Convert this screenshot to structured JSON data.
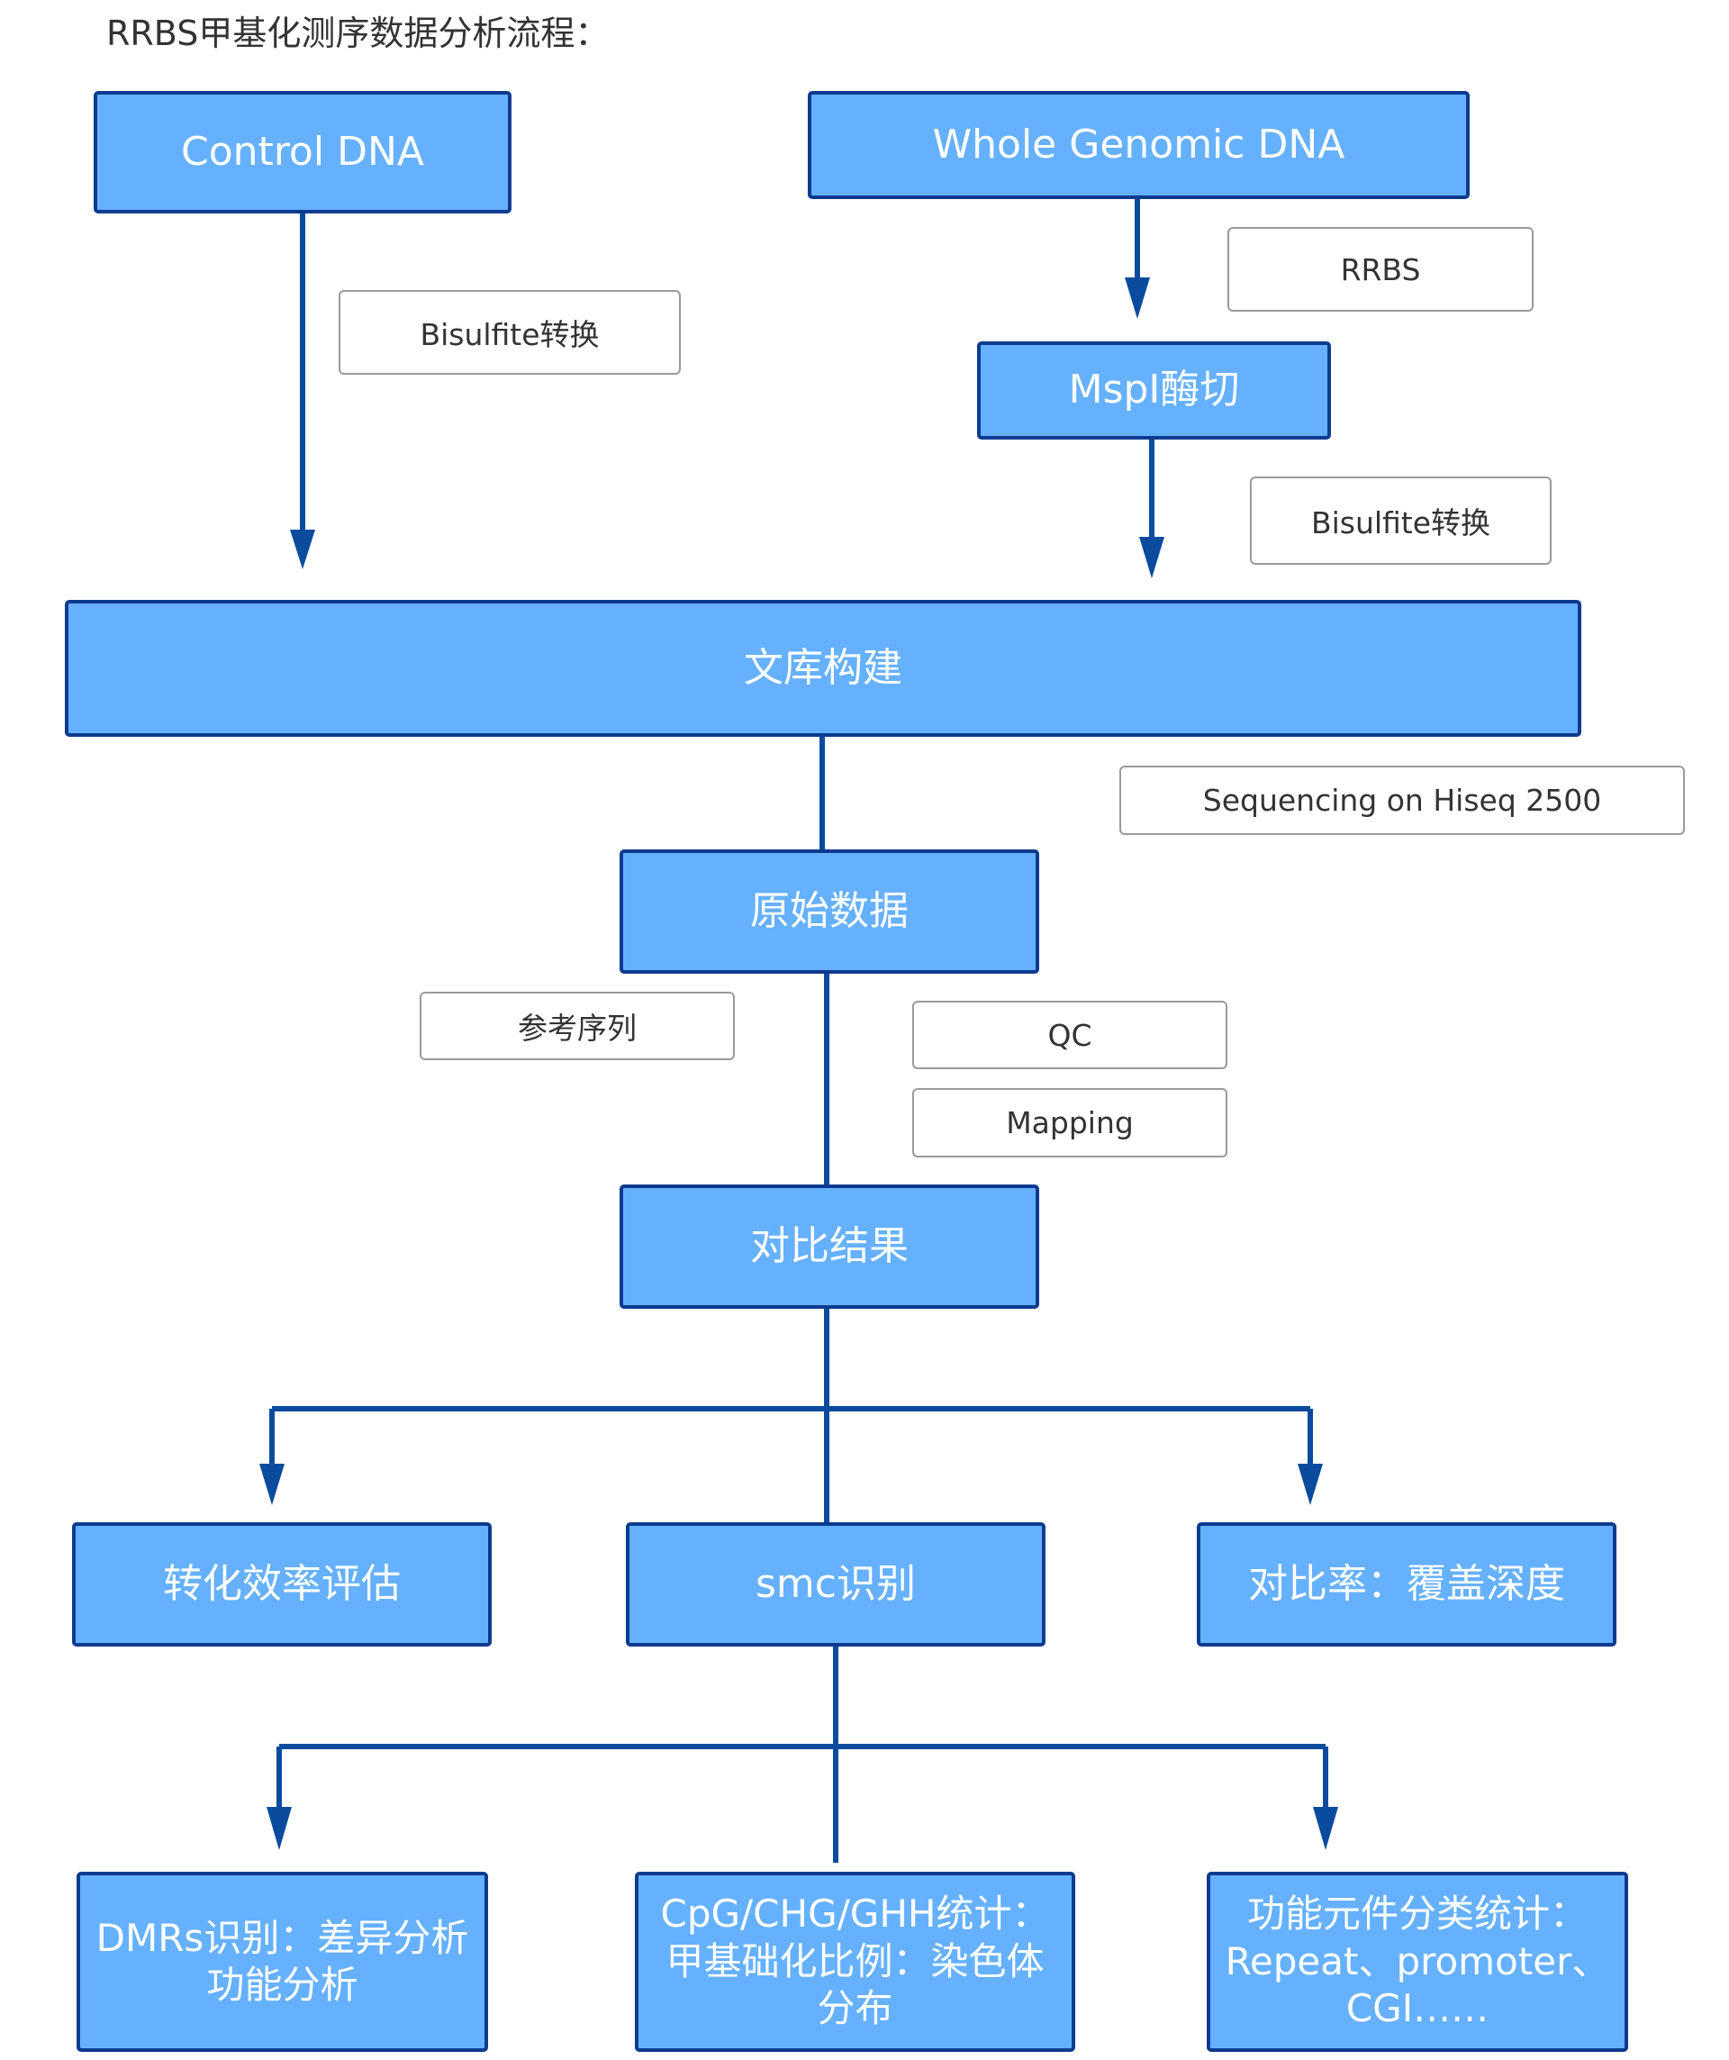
{
  "title": "RRBS甲基化测序数据分析流程：",
  "nodes": {
    "control_dna": "Control DNA",
    "whole_genomic_dna": "Whole Genomic DNA",
    "mspi": "MspI酶切",
    "library": "文库构建",
    "raw_data": "原始数据",
    "alignment": "对比结果",
    "conversion": "转化效率评估",
    "smc": "smc识别",
    "coverage": "对比率：覆盖深度",
    "dmr": {
      "line1": "DMRs识别：差异分析",
      "line2": "功能分析"
    },
    "cpg": {
      "line1": "CpG/CHG/GHH统计：",
      "line2": "甲基础化比例：染色体",
      "line3": "分布"
    },
    "func": {
      "line1": "功能元件分类统计：",
      "line2": "Repeat、promoter、",
      "line3": "CGI……"
    }
  },
  "labels": {
    "bisulfite_left": "Bisulfite转换",
    "rrbs": "RRBS",
    "bisulfite_right": "Bisulfite转换",
    "sequencing": "Sequencing on Hiseq 2500",
    "reference": "参考序列",
    "qc": "QC",
    "mapping": "Mapping"
  },
  "colors": {
    "node_fill": "#66b1ff",
    "node_border": "#0d3b8f",
    "connector": "#0a4b9e",
    "label_border": "#9a9a9a"
  }
}
